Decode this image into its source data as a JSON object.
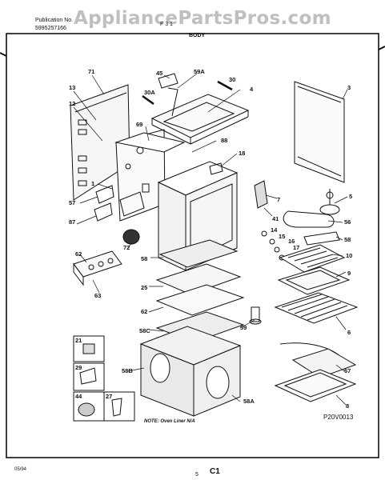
{
  "watermark": "AppliancePartsPros.com",
  "header": {
    "publication_label": "Publication No.",
    "publication_number": "5995257166",
    "model_partial": "F 3  1",
    "section_title": "BODY"
  },
  "callouts": {
    "c71": "71",
    "c45": "45",
    "c59A": "59A",
    "c30": "30",
    "c13": "13",
    "c12": "12",
    "c30A": "30A",
    "c4": "4",
    "c3": "3",
    "c69": "69",
    "c88": "88",
    "c18": "18",
    "c1": "1",
    "c57": "57",
    "c87": "87",
    "c7": "7",
    "c5": "5",
    "c41": "41",
    "c56": "56",
    "c14": "14",
    "c15": "15",
    "c16": "16",
    "c17": "17",
    "c58": "58",
    "c72": "72",
    "c62": "62",
    "c63": "63",
    "c58b": "58",
    "c25": "25",
    "c62b": "62",
    "c10": "10",
    "c9": "9",
    "c6": "6",
    "c59": "59",
    "c58C": "58C",
    "c21": "21",
    "c29": "29",
    "c44": "44",
    "c27": "27",
    "c58B": "58B",
    "c67": "67",
    "c58A": "58A",
    "c8": "8"
  },
  "note": "NOTE: Oven Liner N/A",
  "figure_id": "P20V0013",
  "footer": {
    "date": "05/94",
    "page_num": "5",
    "page_code": "C1"
  }
}
